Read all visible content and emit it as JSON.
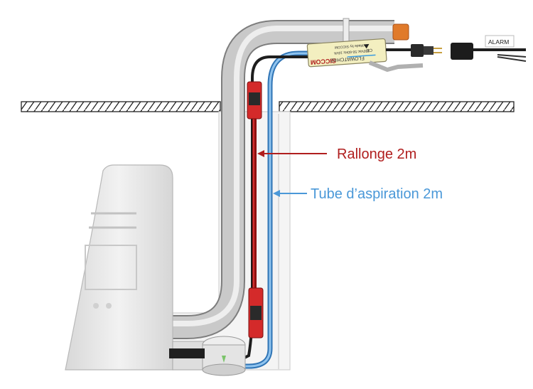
{
  "labels": {
    "extension": {
      "text": "Rallonge 2m",
      "color": "#b01e1e"
    },
    "suction_tube": {
      "text": "Tube d’aspiration 2m",
      "color": "#4a98d8"
    },
    "alarm": "ALARM"
  },
  "device": {
    "brand": "SICCOM",
    "model": "FLOWATCH®2",
    "rating": "230Vac 50-60Hz 16VA",
    "made_by": "Made by SICCOM",
    "cert": "CE"
  },
  "colors": {
    "pipe": "#b8b8b8",
    "extension_cable": "#b01e1e",
    "suction_tube": "#4a98d8",
    "connector": "#d42a2a",
    "cap": "#e07a2a"
  }
}
